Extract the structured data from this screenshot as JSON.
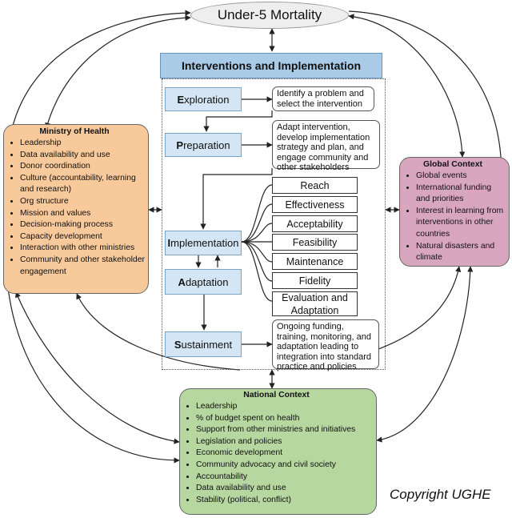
{
  "top": {
    "label": "Under-5 Mortality"
  },
  "interventions": {
    "title": "Interventions and Implementation",
    "stages": [
      {
        "initial": "E",
        "rest": "xploration"
      },
      {
        "initial": "P",
        "rest": "reparation"
      },
      {
        "initial": "I",
        "rest": "mplementation"
      },
      {
        "initial": "A",
        "rest": "daptation"
      },
      {
        "initial": "S",
        "rest": "ustainment"
      }
    ],
    "notes": {
      "exploration": "Identify a problem and select the intervention",
      "preparation": "Adapt intervention, develop implementation strategy and plan, and engage community and other stakeholders",
      "sustainment": "Ongoing funding, training, monitoring, and adaptation leading to integration into standard practice and policies"
    },
    "outcomes": [
      "Reach",
      "Effectiveness",
      "Acceptability",
      "Feasibility",
      "Maintenance",
      "Fidelity",
      "Evaluation and Adaptation"
    ]
  },
  "ministry": {
    "title": "Ministry of Health",
    "items": [
      "Leadership",
      "Data availability and use",
      "Donor coordination",
      "Culture (accountability, learning and research)",
      "Org structure",
      "Mission and values",
      "Decision-making process",
      "Capacity development",
      "Interaction with other ministries",
      "Community and other stakeholder engagement"
    ]
  },
  "global": {
    "title": "Global Context",
    "items": [
      "Global events",
      "International funding and priorities",
      "Interest in learning from interventions in other countries",
      "Natural disasters and climate"
    ]
  },
  "national": {
    "title": "National Context",
    "items": [
      "Leadership",
      "% of budget spent on health",
      "Support from other ministries and initiatives",
      "Legislation and policies",
      "Economic development",
      "Community advocacy and civil society",
      "Accountability",
      "Data availability and use",
      "Stability (political, conflict)"
    ]
  },
  "copyright": "Copyright UGHE",
  "colors": {
    "ministry_fill": "#f7c99b",
    "global_fill": "#d9a6c0",
    "national_fill": "#b6d7a0",
    "stage_fill": "#d4e6f5",
    "header_fill": "#a9cbe8"
  }
}
